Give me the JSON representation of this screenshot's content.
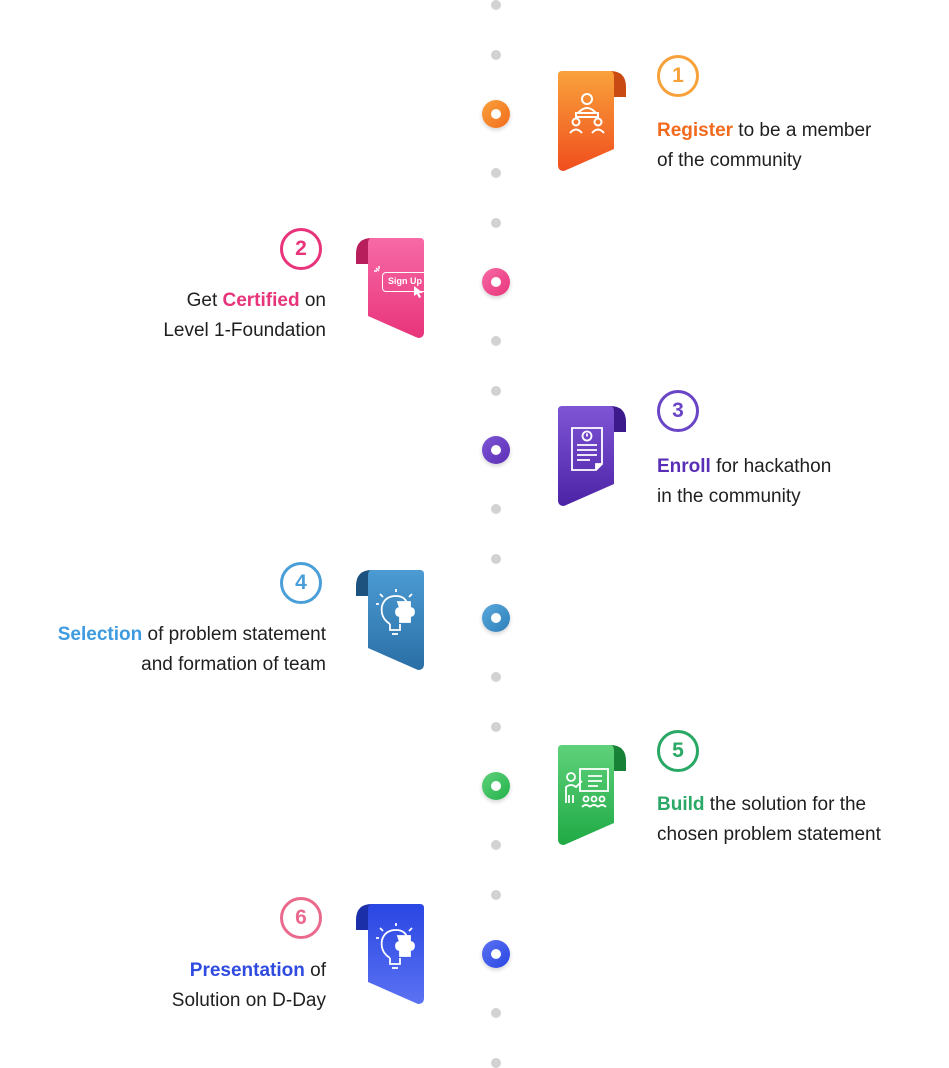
{
  "steps": [
    {
      "number": "1",
      "highlight": "Register",
      "rest": " to be a member",
      "line2": "of the community",
      "color": "#f26b1d",
      "color2": "#f9a23b",
      "icon": "team-meeting-icon"
    },
    {
      "number": "2",
      "highlight": "Certified",
      "pre": "Get ",
      "rest": " on",
      "line2": "Level 1-Foundation",
      "color": "#e8347a",
      "color2": "#f76aa6",
      "icon": "sign-up-icon",
      "signup_text": "Sign Up"
    },
    {
      "number": "3",
      "highlight": "Enroll",
      "rest": " for hackathon",
      "line2": "in the community",
      "color": "#5a2fb5",
      "color2": "#7f55d6",
      "icon": "document-icon"
    },
    {
      "number": "4",
      "highlight": "Selection",
      "rest": " of problem statement",
      "line2": "and formation of team",
      "color": "#2d7fba",
      "color2": "#5aa9dc",
      "icon": "bulb-puzzle-icon",
      "num_color": "#4a9fd8",
      "hl_color": "#3e9be0"
    },
    {
      "number": "5",
      "highlight": "Build",
      "rest": " the solution for the",
      "line2": "chosen problem statement",
      "color": "#23b24b",
      "color2": "#5fd17a",
      "icon": "presentation-board-icon",
      "num_color": "#2aa866",
      "hl_color": "#2aa866"
    },
    {
      "number": "6",
      "highlight": "Presentation",
      "rest": " of",
      "line2": "Solution on D-Day",
      "color": "#2a46e3",
      "color2": "#5b72f2",
      "icon": "bulb-puzzle-icon",
      "num_color": "#ea6a8e",
      "hl_color": "#2f4be0"
    }
  ]
}
